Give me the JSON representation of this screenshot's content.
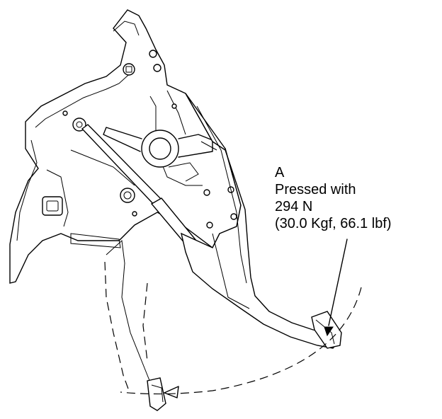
{
  "callout": {
    "letter": "A",
    "line1": "Pressed with",
    "line2": "294 N",
    "line3": "(30.0 Kgf, 66.1 lbf)"
  }
}
